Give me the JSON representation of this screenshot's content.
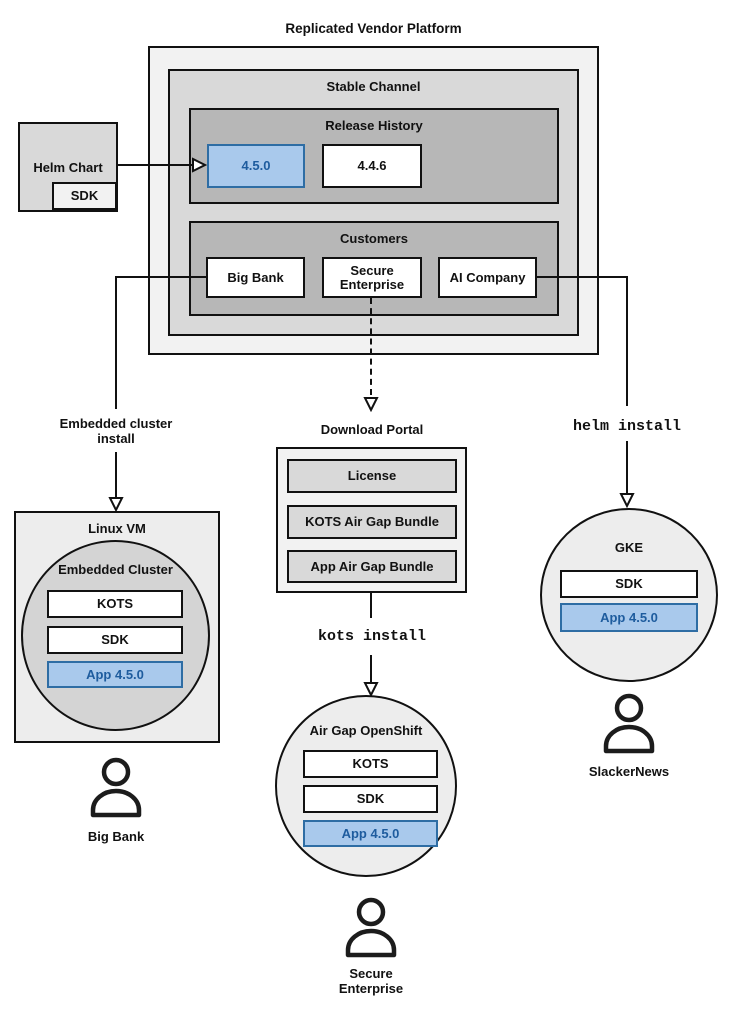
{
  "colors": {
    "accent_fill": "#a9c9ec",
    "accent_border": "#2e6da4",
    "accent_text": "#1e5c9e",
    "border": "#111111",
    "gray_light": "#f2f2f2",
    "gray_mid": "#d9d9d9",
    "gray_dark": "#b7b7b7"
  },
  "platform": {
    "title": "Replicated Vendor Platform",
    "stable_channel": {
      "title": "Stable Channel"
    },
    "release_history": {
      "title": "Release History",
      "releases": [
        "4.5.0",
        "4.4.6"
      ]
    },
    "customers": {
      "title": "Customers",
      "items": [
        "Big Bank",
        "Secure Enterprise",
        "AI Company"
      ]
    }
  },
  "helm_chart": {
    "label": "Helm Chart",
    "sdk": "SDK"
  },
  "edges": {
    "embedded_install": "Embedded cluster install",
    "helm_install": "helm install",
    "kots_install": "kots install"
  },
  "download_portal": {
    "title": "Download Portal",
    "items": [
      "License",
      "KOTS Air Gap Bundle",
      "App Air Gap Bundle"
    ]
  },
  "linux_vm": {
    "title": "Linux VM",
    "cluster_title": "Embedded Cluster",
    "bars": [
      "KOTS",
      "SDK",
      "App 4.5.0"
    ],
    "user": "Big Bank"
  },
  "airgap_openshift": {
    "title": "Air Gap OpenShift",
    "bars": [
      "KOTS",
      "SDK",
      "App 4.5.0"
    ],
    "user": "Secure Enterprise"
  },
  "gke": {
    "title": "GKE",
    "bars": [
      "SDK",
      "App 4.5.0"
    ],
    "user": "SlackerNews"
  }
}
